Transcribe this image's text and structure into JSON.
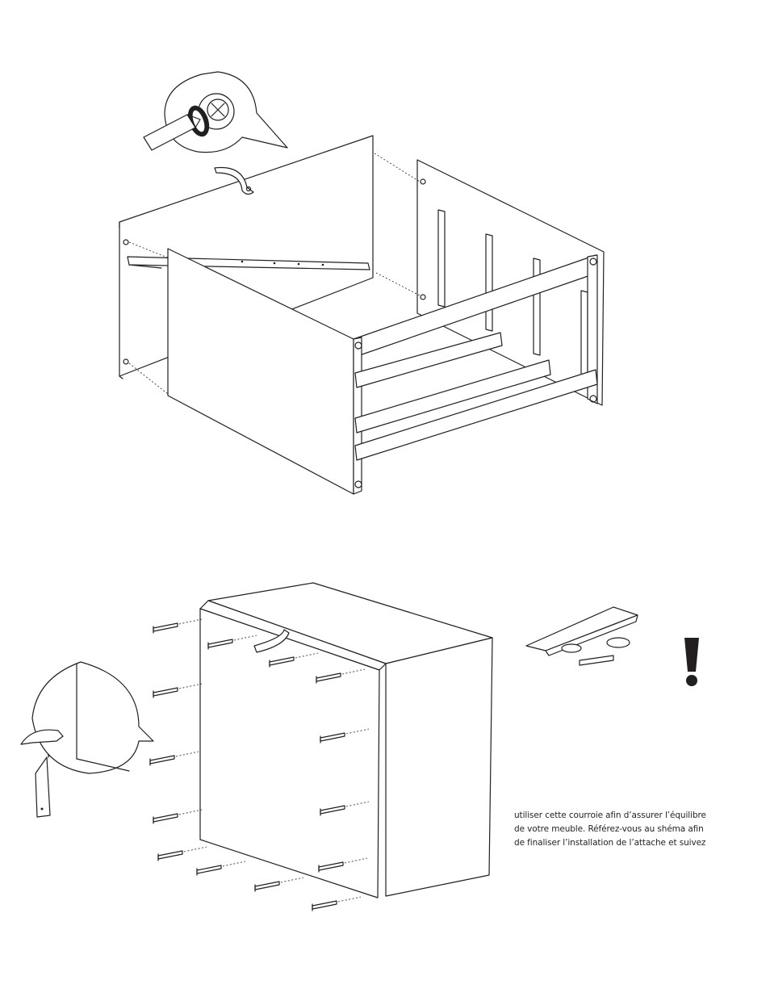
{
  "note": {
    "lines": [
      "utiliser cette courroie afin d’assurer l’équilibre",
      "de votre meuble.  Référez-vous au shéma afin",
      "de finaliser l’installation de l’attache et suivez"
    ]
  },
  "icons": {
    "warning": "exclamation-icon",
    "tool_top": "screwdriver-icon",
    "tool_bottom": "hammer-icon",
    "hardware": "anti-tip-strap-icon"
  }
}
